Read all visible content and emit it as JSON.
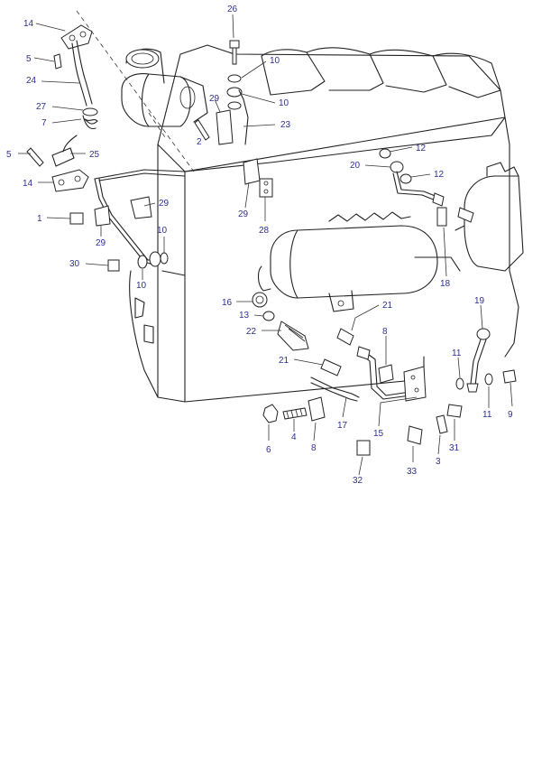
{
  "callouts": [
    {
      "n": "26"
    },
    {
      "n": "14"
    },
    {
      "n": "5"
    },
    {
      "n": "24"
    },
    {
      "n": "10"
    },
    {
      "n": "29"
    },
    {
      "n": "10"
    },
    {
      "n": "27"
    },
    {
      "n": "7"
    },
    {
      "n": "23"
    },
    {
      "n": "2"
    },
    {
      "n": "5"
    },
    {
      "n": "25"
    },
    {
      "n": "12"
    },
    {
      "n": "20"
    },
    {
      "n": "12"
    },
    {
      "n": "14"
    },
    {
      "n": "29"
    },
    {
      "n": "1"
    },
    {
      "n": "29"
    },
    {
      "n": "28"
    },
    {
      "n": "29"
    },
    {
      "n": "10"
    },
    {
      "n": "30"
    },
    {
      "n": "18"
    },
    {
      "n": "10"
    },
    {
      "n": "16"
    },
    {
      "n": "21"
    },
    {
      "n": "19"
    },
    {
      "n": "13"
    },
    {
      "n": "22"
    },
    {
      "n": "8"
    },
    {
      "n": "21"
    },
    {
      "n": "11"
    },
    {
      "n": "11"
    },
    {
      "n": "9"
    },
    {
      "n": "17"
    },
    {
      "n": "6"
    },
    {
      "n": "4"
    },
    {
      "n": "8"
    },
    {
      "n": "15"
    },
    {
      "n": "31"
    },
    {
      "n": "3"
    },
    {
      "n": "33"
    },
    {
      "n": "32"
    }
  ]
}
